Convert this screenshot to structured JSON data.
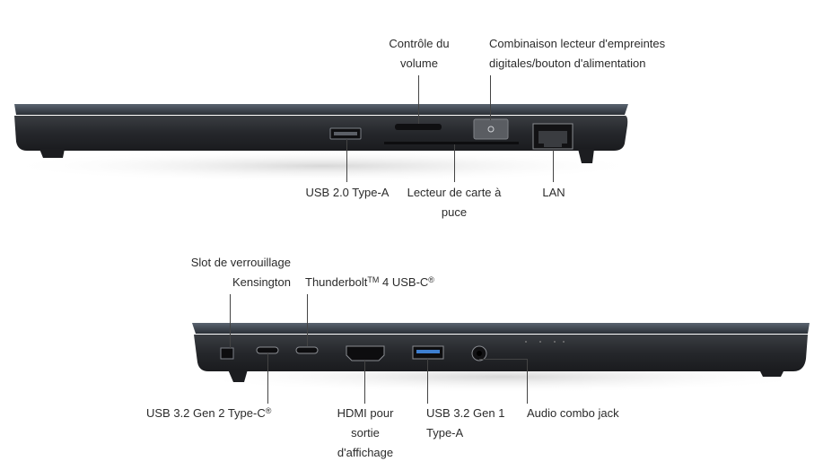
{
  "top_view": {
    "labels": {
      "volume": [
        "Contrôle du",
        "volume"
      ],
      "fingerprint": [
        "Combinaison lecteur d'empreintes",
        "digitales/bouton d'alimentation"
      ],
      "usb20": [
        "USB 2.0 Type-A"
      ],
      "smartcard": [
        "Lecteur de carte à",
        "puce"
      ],
      "lan": [
        "LAN"
      ]
    }
  },
  "bottom_view": {
    "labels": {
      "kensington": [
        "Slot de verrouillage",
        "Kensington"
      ],
      "thunderbolt_pre": "Thunderbolt",
      "thunderbolt_tm": "TM",
      "thunderbolt_post": " 4 USB-C",
      "thunderbolt_reg": "®",
      "usb32_typec_pre": "USB 3.2 Gen 2 Type-C",
      "usb32_typec_reg": "®",
      "hdmi": [
        "HDMI pour",
        "sortie",
        "d'affichage"
      ],
      "usb32_typea": [
        "USB 3.2 Gen 1",
        "Type-A"
      ],
      "audio": [
        "Audio combo jack"
      ]
    }
  }
}
